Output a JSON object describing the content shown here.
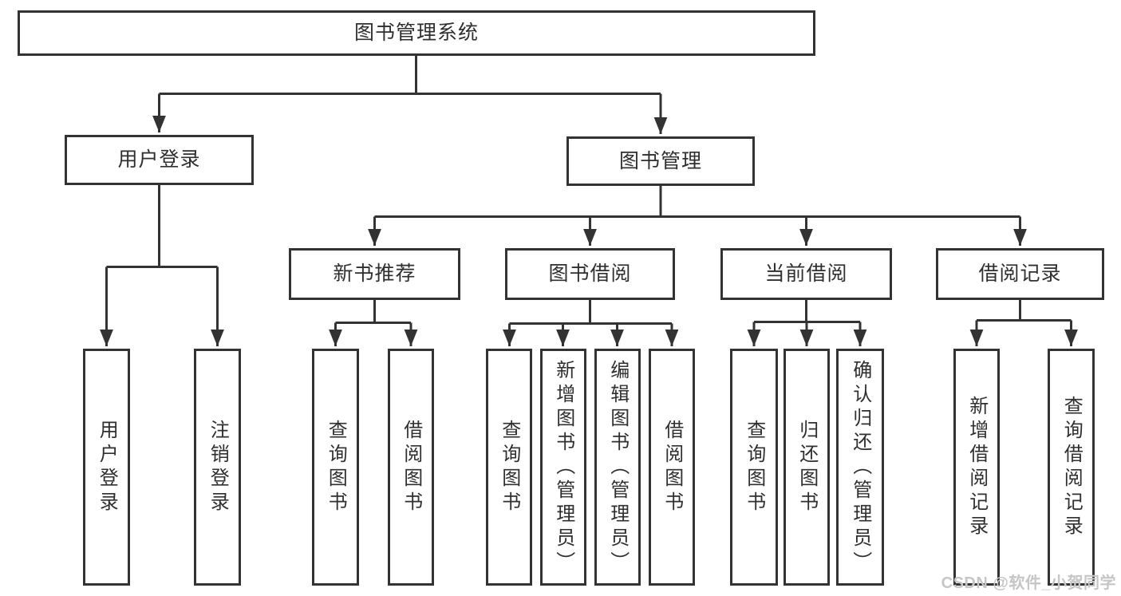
{
  "diagram_type": "functional-structure-tree",
  "nodes": [
    {
      "id": "root",
      "label": "图书管理系统"
    },
    {
      "id": "user-login-branch",
      "label": "用户登录"
    },
    {
      "id": "book-management-branch",
      "label": "图书管理"
    },
    {
      "id": "new-book-recommendation",
      "label": "新书推荐"
    },
    {
      "id": "book-borrowing",
      "label": "图书借阅"
    },
    {
      "id": "current-borrowing",
      "label": "当前借阅"
    },
    {
      "id": "borrowing-records",
      "label": "借阅记录"
    },
    {
      "id": "leaf-user-login",
      "label": "用户登录"
    },
    {
      "id": "leaf-logout",
      "label": "注销登录"
    },
    {
      "id": "leaf-query-books-1",
      "label": "查询图书"
    },
    {
      "id": "leaf-borrow-books-1",
      "label": "借阅图书"
    },
    {
      "id": "leaf-query-books-2",
      "label": "查询图书"
    },
    {
      "id": "leaf-add-book-admin",
      "label": "新增图书（管理员）"
    },
    {
      "id": "leaf-edit-book-admin",
      "label": "编辑图书（管理员）"
    },
    {
      "id": "leaf-borrow-books-2",
      "label": "借阅图书"
    },
    {
      "id": "leaf-query-books-3",
      "label": "查询图书"
    },
    {
      "id": "leaf-return-books",
      "label": "归还图书"
    },
    {
      "id": "leaf-confirm-return-admin",
      "label": "确认归还（管理员）"
    },
    {
      "id": "leaf-add-borrow-record",
      "label": "新增借阅记录"
    },
    {
      "id": "leaf-query-borrow-record",
      "label": "查询借阅记录"
    }
  ],
  "watermark": {
    "text": "CSDN @软件_小贺同学"
  },
  "colors": {
    "background": "#ffffff",
    "box_border": "#333333",
    "line": "#333333",
    "text": "#2f2f2f",
    "watermark": "#c6c6c6"
  }
}
